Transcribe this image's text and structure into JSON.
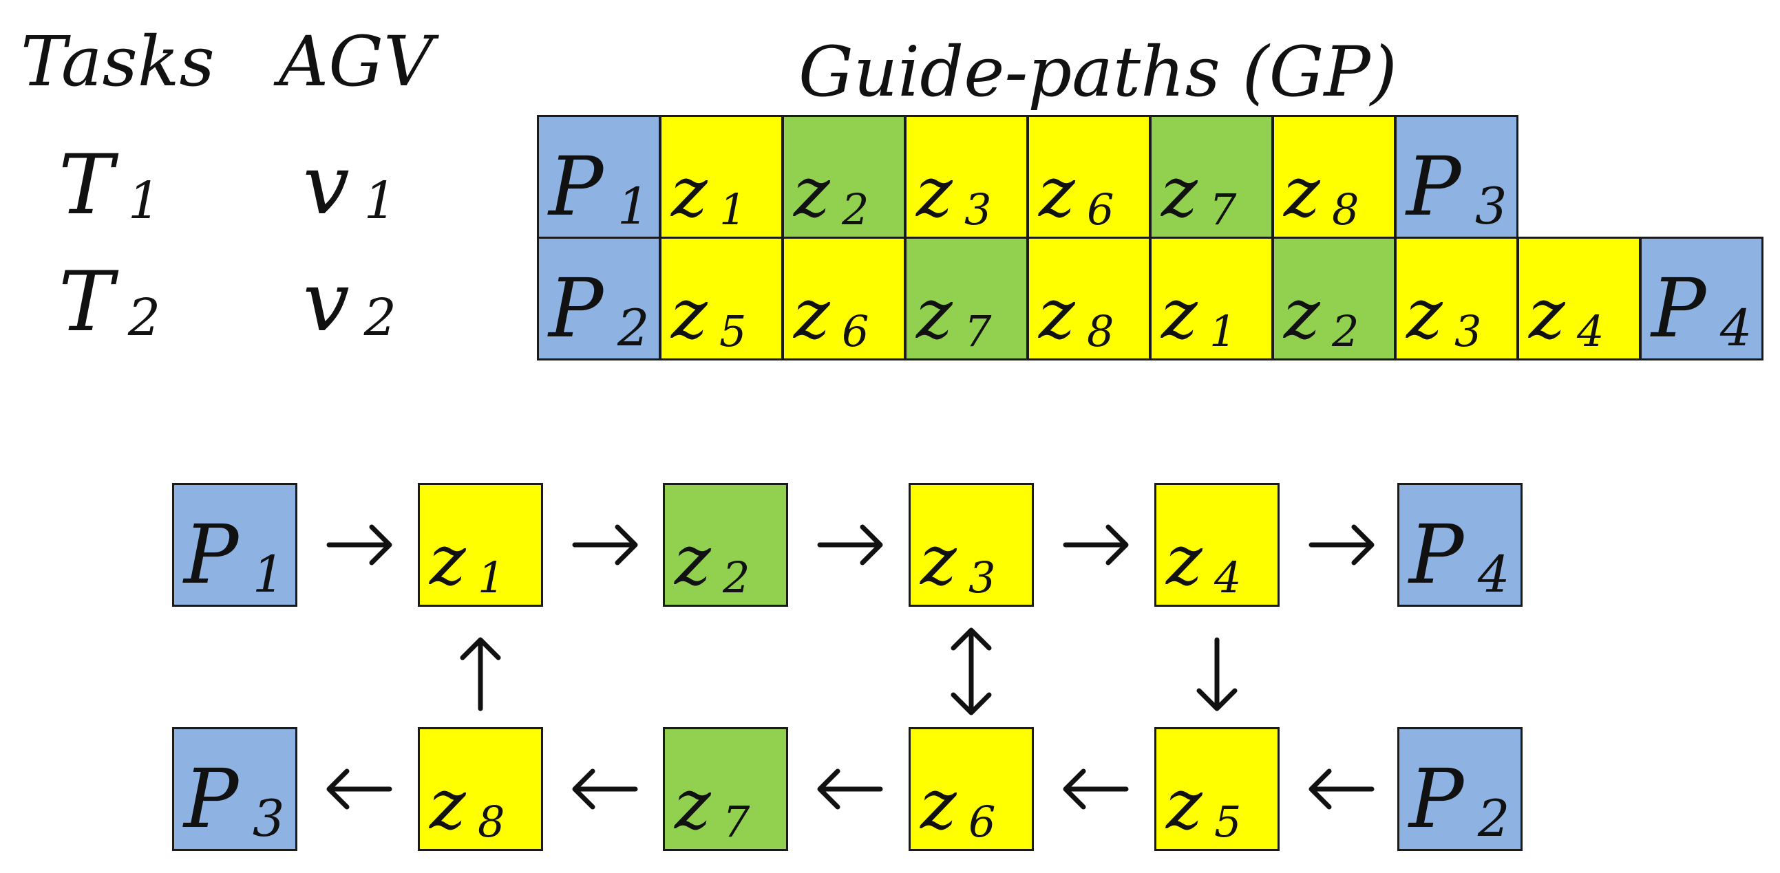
{
  "headers": {
    "tasks": "Tasks",
    "agv": "AGV",
    "guide_paths": "Guide-paths (GP)"
  },
  "rows": [
    {
      "task": {
        "base": "T",
        "sub": "1"
      },
      "agv": {
        "base": "v",
        "sub": "1"
      },
      "path": [
        {
          "base": "P",
          "sub": "1",
          "color": "#8eb3e3"
        },
        {
          "base": "z",
          "sub": "1",
          "color": "#ffff00"
        },
        {
          "base": "z",
          "sub": "2",
          "color": "#92d050"
        },
        {
          "base": "z",
          "sub": "3",
          "color": "#ffff00"
        },
        {
          "base": "z",
          "sub": "6",
          "color": "#ffff00"
        },
        {
          "base": "z",
          "sub": "7",
          "color": "#92d050"
        },
        {
          "base": "z",
          "sub": "8",
          "color": "#ffff00"
        },
        {
          "base": "P",
          "sub": "3",
          "color": "#8eb3e3"
        }
      ]
    },
    {
      "task": {
        "base": "T",
        "sub": "2"
      },
      "agv": {
        "base": "v",
        "sub": "2"
      },
      "path": [
        {
          "base": "P",
          "sub": "2",
          "color": "#8eb3e3"
        },
        {
          "base": "z",
          "sub": "5",
          "color": "#ffff00"
        },
        {
          "base": "z",
          "sub": "6",
          "color": "#ffff00"
        },
        {
          "base": "z",
          "sub": "7",
          "color": "#92d050"
        },
        {
          "base": "z",
          "sub": "8",
          "color": "#ffff00"
        },
        {
          "base": "z",
          "sub": "1",
          "color": "#ffff00"
        },
        {
          "base": "z",
          "sub": "2",
          "color": "#92d050"
        },
        {
          "base": "z",
          "sub": "3",
          "color": "#ffff00"
        },
        {
          "base": "z",
          "sub": "4",
          "color": "#ffff00"
        },
        {
          "base": "P",
          "sub": "4",
          "color": "#8eb3e3"
        }
      ]
    }
  ],
  "layout_graph": {
    "top_row": [
      {
        "base": "P",
        "sub": "1",
        "color": "#8eb3e3"
      },
      {
        "base": "z",
        "sub": "1",
        "color": "#ffff00"
      },
      {
        "base": "z",
        "sub": "2",
        "color": "#92d050"
      },
      {
        "base": "z",
        "sub": "3",
        "color": "#ffff00"
      },
      {
        "base": "z",
        "sub": "4",
        "color": "#ffff00"
      },
      {
        "base": "P",
        "sub": "4",
        "color": "#8eb3e3"
      }
    ],
    "bottom_row": [
      {
        "base": "P",
        "sub": "3",
        "color": "#8eb3e3"
      },
      {
        "base": "z",
        "sub": "8",
        "color": "#ffff00"
      },
      {
        "base": "z",
        "sub": "7",
        "color": "#92d050"
      },
      {
        "base": "z",
        "sub": "6",
        "color": "#ffff00"
      },
      {
        "base": "z",
        "sub": "5",
        "color": "#ffff00"
      },
      {
        "base": "P",
        "sub": "2",
        "color": "#8eb3e3"
      }
    ]
  },
  "colors": {
    "parking": "#8eb3e3",
    "zone": "#ffff00",
    "shared_zone": "#92d050",
    "border": "#1a1a1a"
  }
}
